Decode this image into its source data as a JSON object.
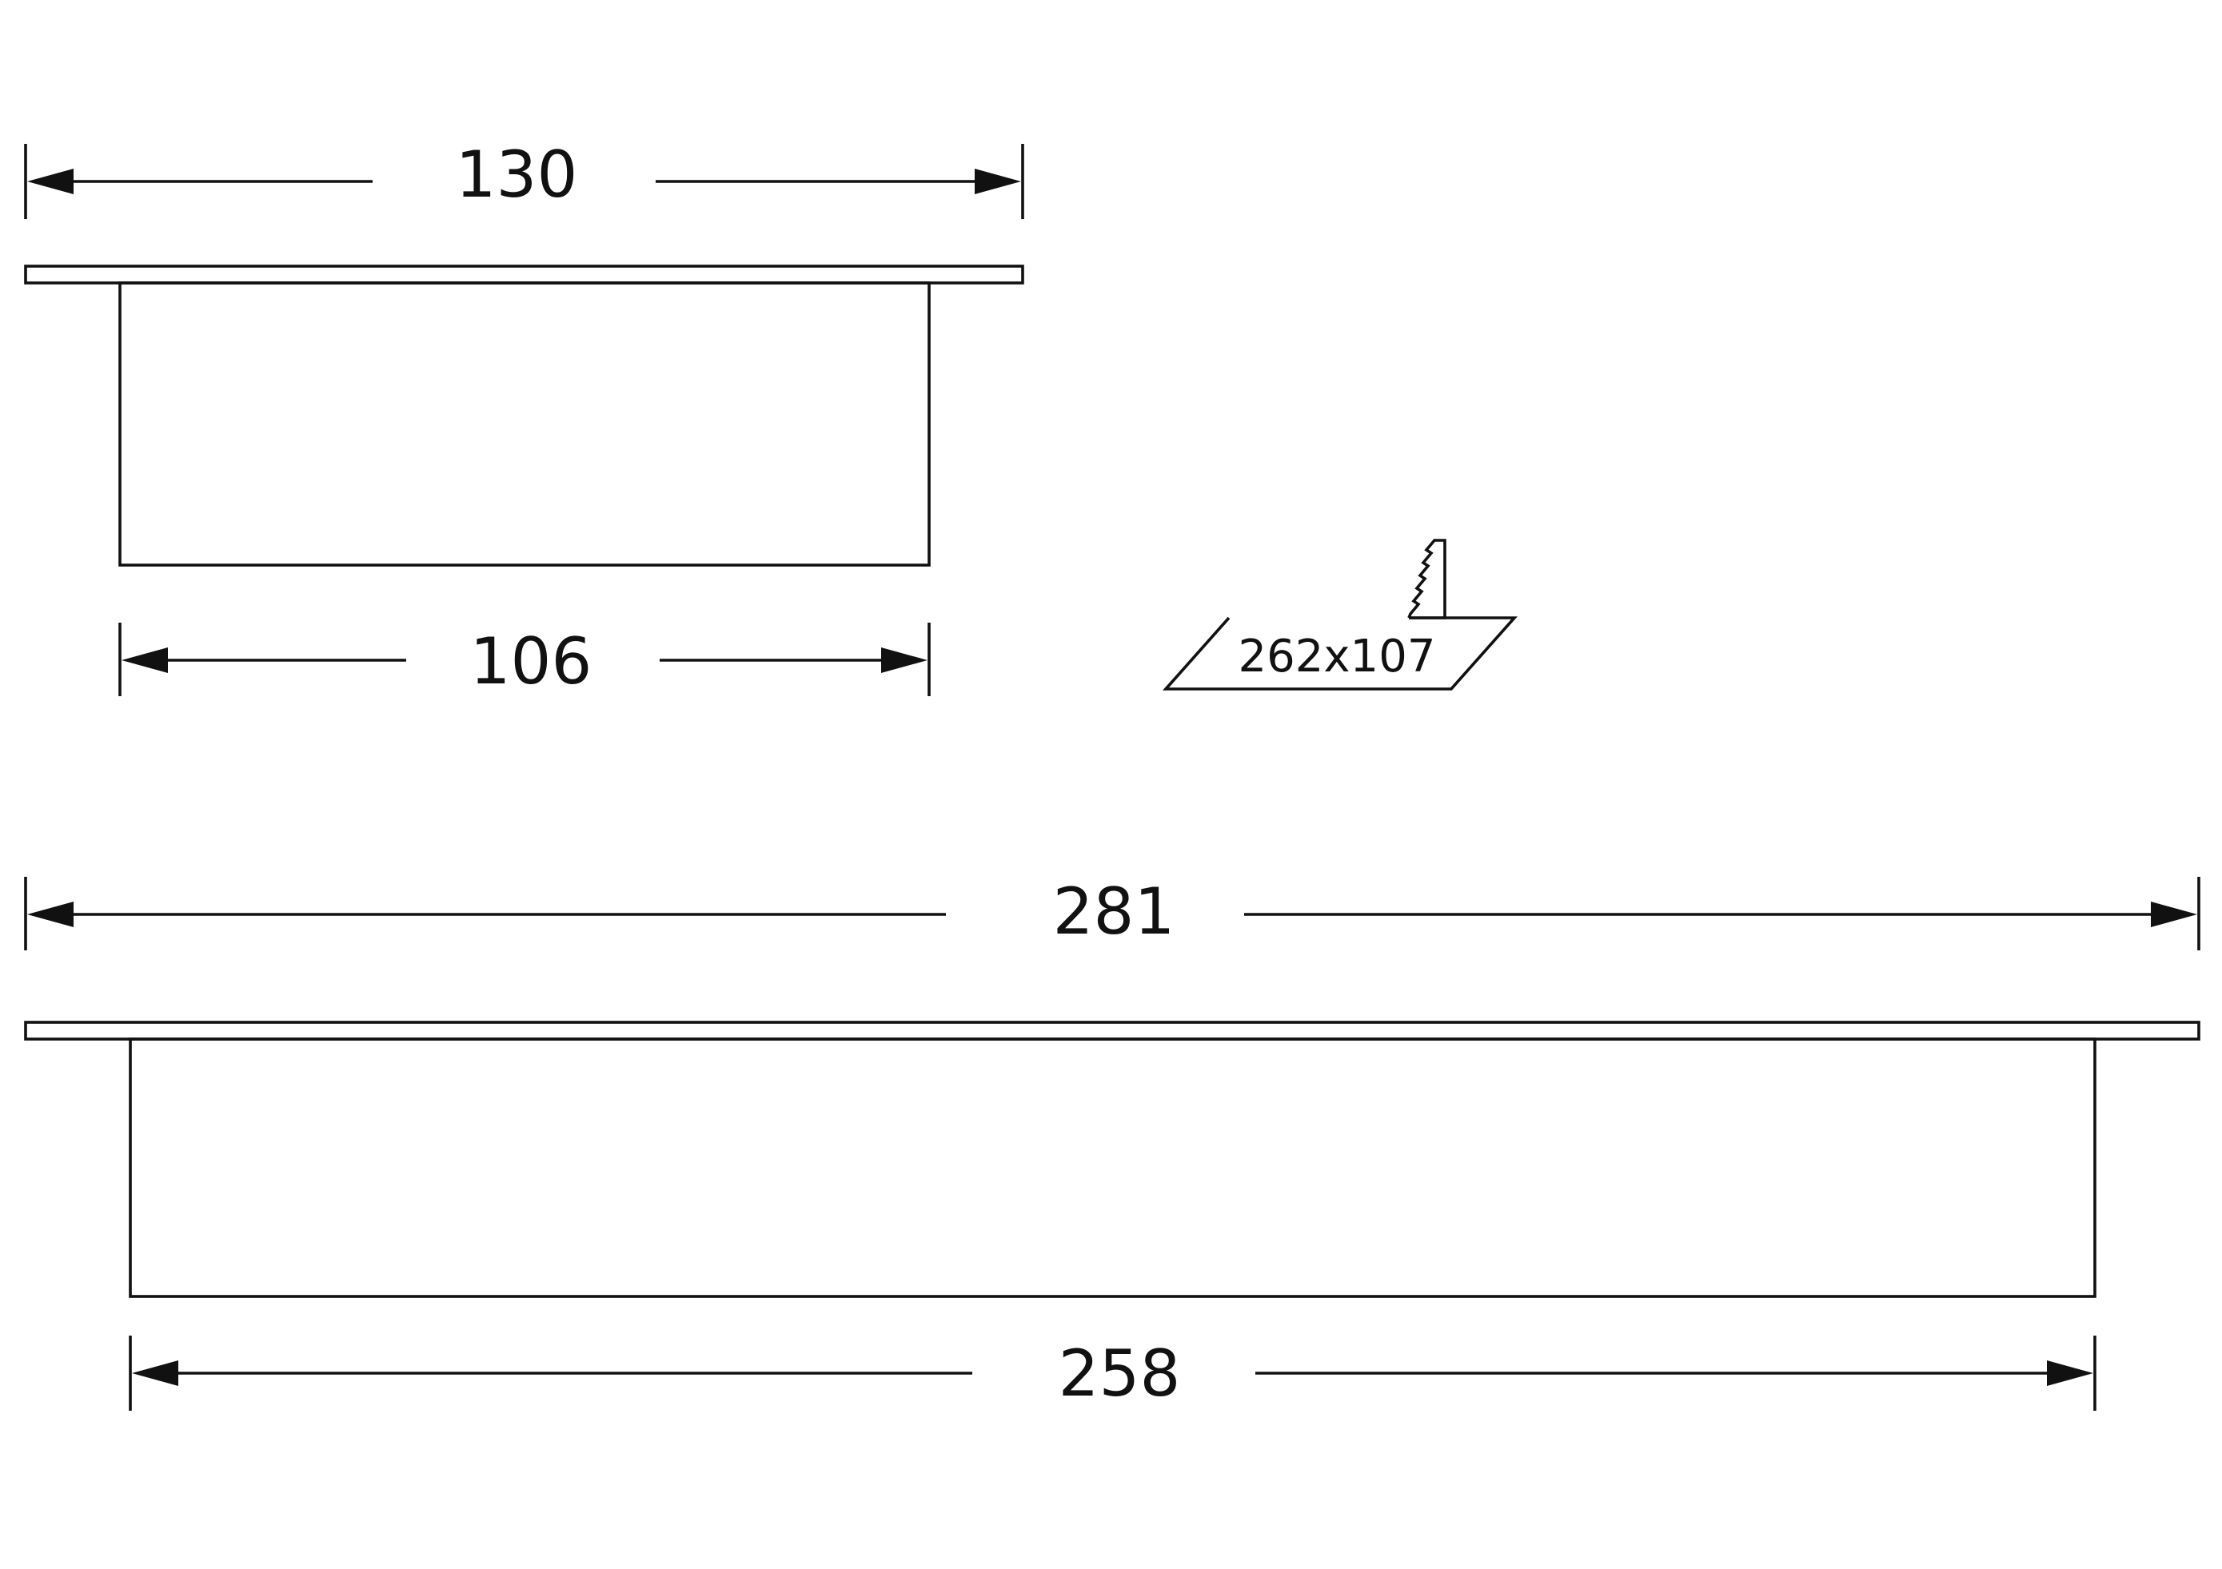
{
  "drawing": {
    "type": "technical dimension drawing",
    "line_color": "#111111",
    "background_color": "#ffffff",
    "top_view": {
      "flange_width": "130",
      "body_width": "106"
    },
    "cutout": {
      "icon": "jigsaw-cutout-icon",
      "size_label": "262x107"
    },
    "bottom_view": {
      "flange_length": "281",
      "body_length": "258"
    }
  }
}
